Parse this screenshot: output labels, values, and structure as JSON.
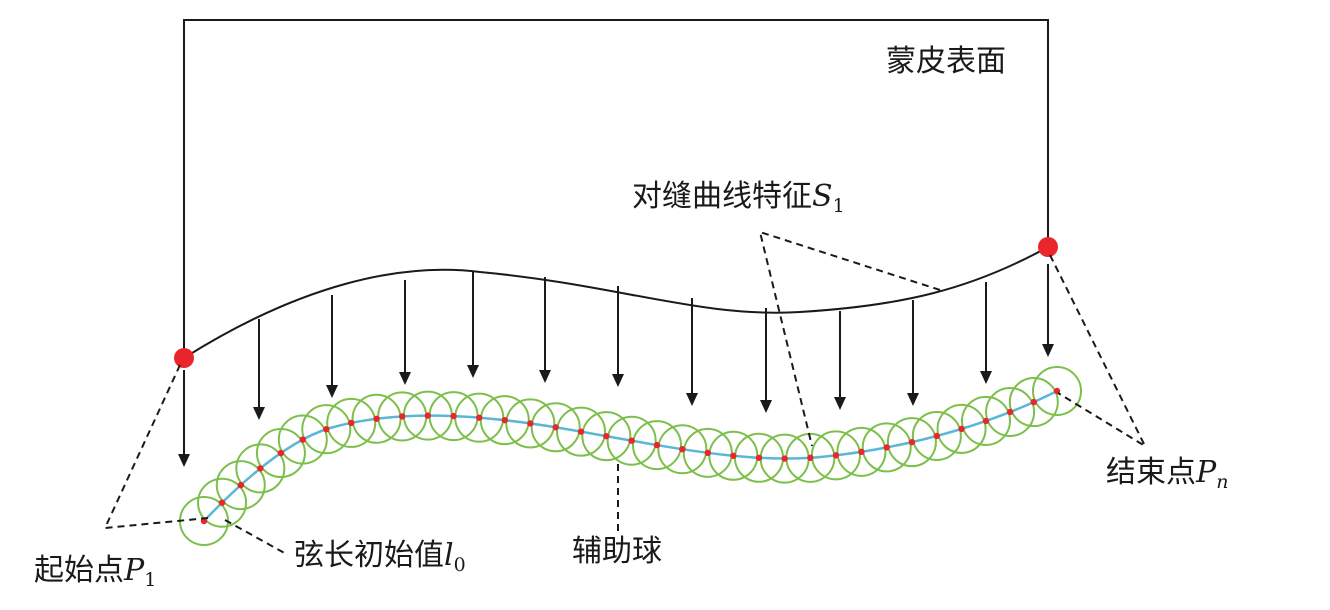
{
  "labels": {
    "skin_surface": "蒙皮表面",
    "seam_curve": {
      "text": "对缝曲线特征",
      "var": "S",
      "sub": "1"
    },
    "start_point": {
      "text": "起始点",
      "var": "P",
      "sub": "1"
    },
    "end_point": {
      "text": "结束点",
      "var": "P",
      "sub": "n"
    },
    "chord_init": {
      "text": "弦长初始值",
      "var": "l",
      "sub": "0"
    },
    "aux_sphere": "辅助球"
  },
  "colors": {
    "line": "#1a1a1a",
    "endpoint": "#e8262b",
    "sphere": "#7cbf4a",
    "projected_curve": "#5bb7d6",
    "sample_point": "#e8262b"
  }
}
